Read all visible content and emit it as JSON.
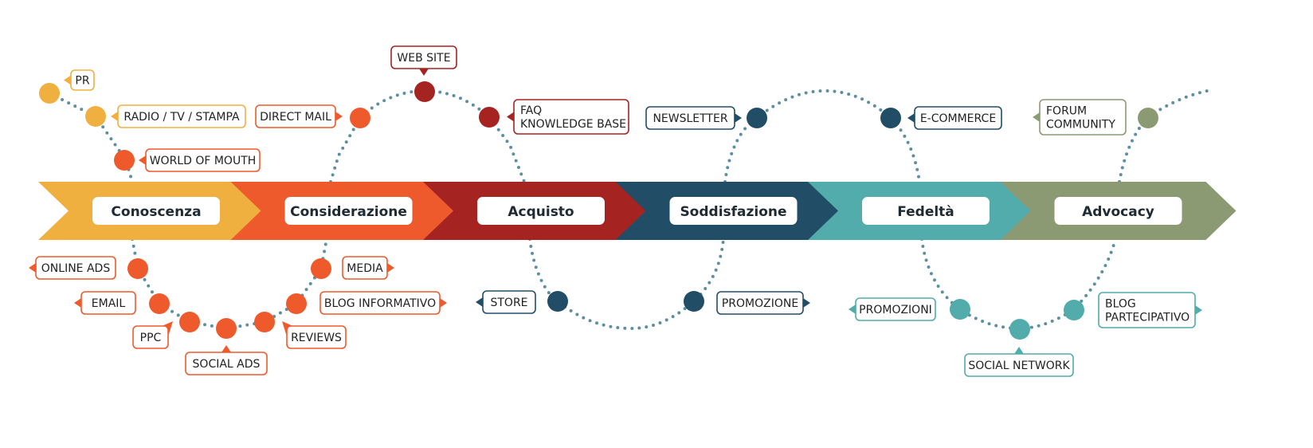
{
  "colors": {
    "conoscenza": "#F0B040",
    "considerazione": "#EE5A2C",
    "acquisto": "#A52422",
    "soddisfazione": "#214E66",
    "fedelta": "#52ACAB",
    "advocacy": "#8C9A74",
    "dotted_path": "#5E8FA0"
  },
  "stages": [
    {
      "key": "conoscenza",
      "label": "Conoscenza"
    },
    {
      "key": "considerazione",
      "label": "Considerazione"
    },
    {
      "key": "acquisto",
      "label": "Acquisto"
    },
    {
      "key": "soddisfazione",
      "label": "Soddisfazione"
    },
    {
      "key": "fedelta",
      "label": "Fedeltà"
    },
    {
      "key": "advocacy",
      "label": "Advocacy"
    }
  ],
  "touchpoints": [
    {
      "label": "PR",
      "stage": "conoscenza"
    },
    {
      "label": "RADIO / TV / STAMPA",
      "stage": "conoscenza"
    },
    {
      "label": "WORLD OF MOUTH",
      "stage": "considerazione"
    },
    {
      "label": "DIRECT MAIL",
      "stage": "considerazione"
    },
    {
      "label": "WEB SITE",
      "stage": "acquisto"
    },
    {
      "label": "FAQ\nKNOWLEDGE BASE",
      "stage": "acquisto"
    },
    {
      "label": "NEWSLETTER",
      "stage": "soddisfazione"
    },
    {
      "label": "E-COMMERCE",
      "stage": "soddisfazione"
    },
    {
      "label": "FORUM\nCOMMUNITY",
      "stage": "advocacy"
    },
    {
      "label": "ONLINE ADS",
      "stage": "considerazione"
    },
    {
      "label": "EMAIL",
      "stage": "considerazione"
    },
    {
      "label": "PPC",
      "stage": "considerazione"
    },
    {
      "label": "SOCIAL ADS",
      "stage": "considerazione"
    },
    {
      "label": "REVIEWS",
      "stage": "considerazione"
    },
    {
      "label": "BLOG INFORMATIVO",
      "stage": "considerazione"
    },
    {
      "label": "MEDIA",
      "stage": "considerazione"
    },
    {
      "label": "STORE",
      "stage": "soddisfazione"
    },
    {
      "label": "PROMOZIONE",
      "stage": "soddisfazione"
    },
    {
      "label": "PROMOZIONI",
      "stage": "fedelta"
    },
    {
      "label": "SOCIAL NETWORK",
      "stage": "fedelta"
    },
    {
      "label": "BLOG\nPARTECIPATIVO",
      "stage": "fedelta"
    }
  ]
}
